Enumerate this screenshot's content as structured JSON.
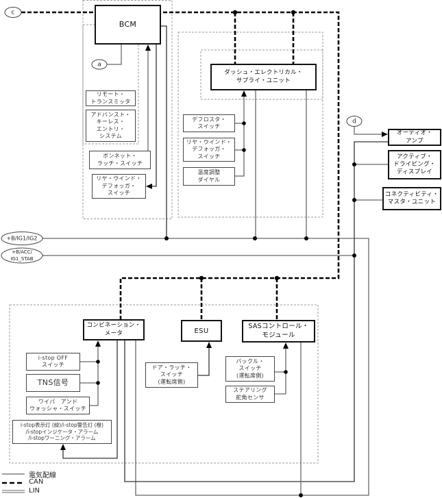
{
  "connectors": {
    "c": "c",
    "d": "d",
    "a": "a"
  },
  "power": {
    "b_ig1_ig2": "+B/IG1/IG2",
    "b_acc_line1": "+B/ACC/",
    "b_acc_line2": "IG1_STAB"
  },
  "modules": {
    "bcm": "BCM",
    "remote_transmitter": "リモート・\nトランスミッタ",
    "advanced_keyless": "アドバンスト・\nキーレス・\nエントリ・\nシステム",
    "bonnet_latch_switch": "ボンネット・\nラッチ・スイッチ",
    "rear_defogger_switch_bcm": "リヤ・ウインド・\nデフォッガ・\nスイッチ",
    "desu": "ダッシュ・エレクトリカル・\nサプライ・ユニット",
    "defroster_switch": "デフロスタ・\nスイッチ",
    "rear_defogger_switch_desu": "リヤ・ウインド・\nデフォッガ・\nスイッチ",
    "temp_dial": "温度調整\nダイヤル",
    "audio_amp": "オーディオ・\nアンプ",
    "active_driving_display": "アクティブ・\nドライビング・\nディスプレイ",
    "connectivity_master_unit": "コネクティビティ・\nマスタ・ユニット",
    "combination_meter": "コンビネーション・\nメータ",
    "esu": "ESU",
    "sas_module": "SASコントロール・\nモジュール",
    "door_latch_switch": "ドア・ラッチ・\nスイッチ\n(運転席側)",
    "buckle_switch": "バックル・\nスイッチ\n(運転席側)",
    "steering_angle_sensor": "ステアリング\n舵角センサ",
    "istop_off_switch": "i-stop OFF\nスイッチ",
    "tns_signal": "TNS信号",
    "wiper_washer_switch": "ワイパ　アンド\nウォッシャ・スイッチ",
    "istop_indicator": "i-stop表示灯 (緑)/i-stop警告灯 (橙)\n/i-stopインジケータ・アラーム\n/i-stopワーニング・アラーム"
  },
  "legend": {
    "wire": "電気配線",
    "can": "CAN",
    "lin": "LIN"
  }
}
